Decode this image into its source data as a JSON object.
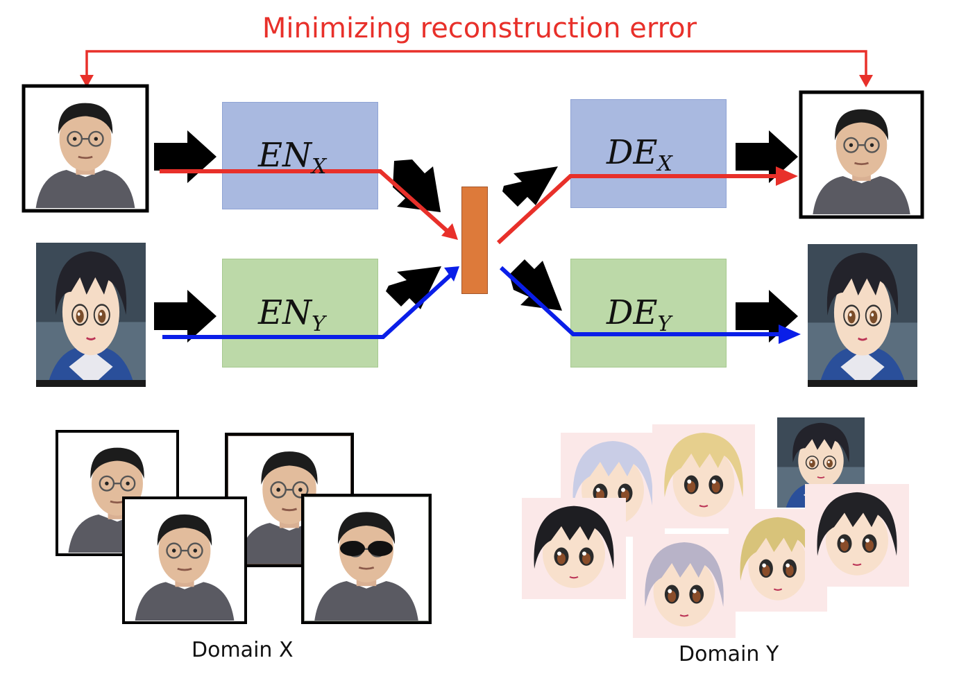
{
  "title": "Minimizing reconstruction error",
  "blocks": {
    "en_x": {
      "name": "EN",
      "sub": "X"
    },
    "en_y": {
      "name": "EN",
      "sub": "Y"
    },
    "de_x": {
      "name": "DE",
      "sub": "X"
    },
    "de_y": {
      "name": "DE",
      "sub": "Y"
    }
  },
  "domains": {
    "x": "Domain X",
    "y": "Domain Y"
  },
  "colors": {
    "title": "#e8302a",
    "red_path": "#e8302a",
    "blue_path": "#0a1ee8",
    "encoder_x_fill": "#a9b9e0",
    "encoder_y_fill": "#bcd9a8",
    "latent_fill": "#dd7a3a"
  },
  "icons": [
    "real-face-photo",
    "anime-face-image"
  ]
}
